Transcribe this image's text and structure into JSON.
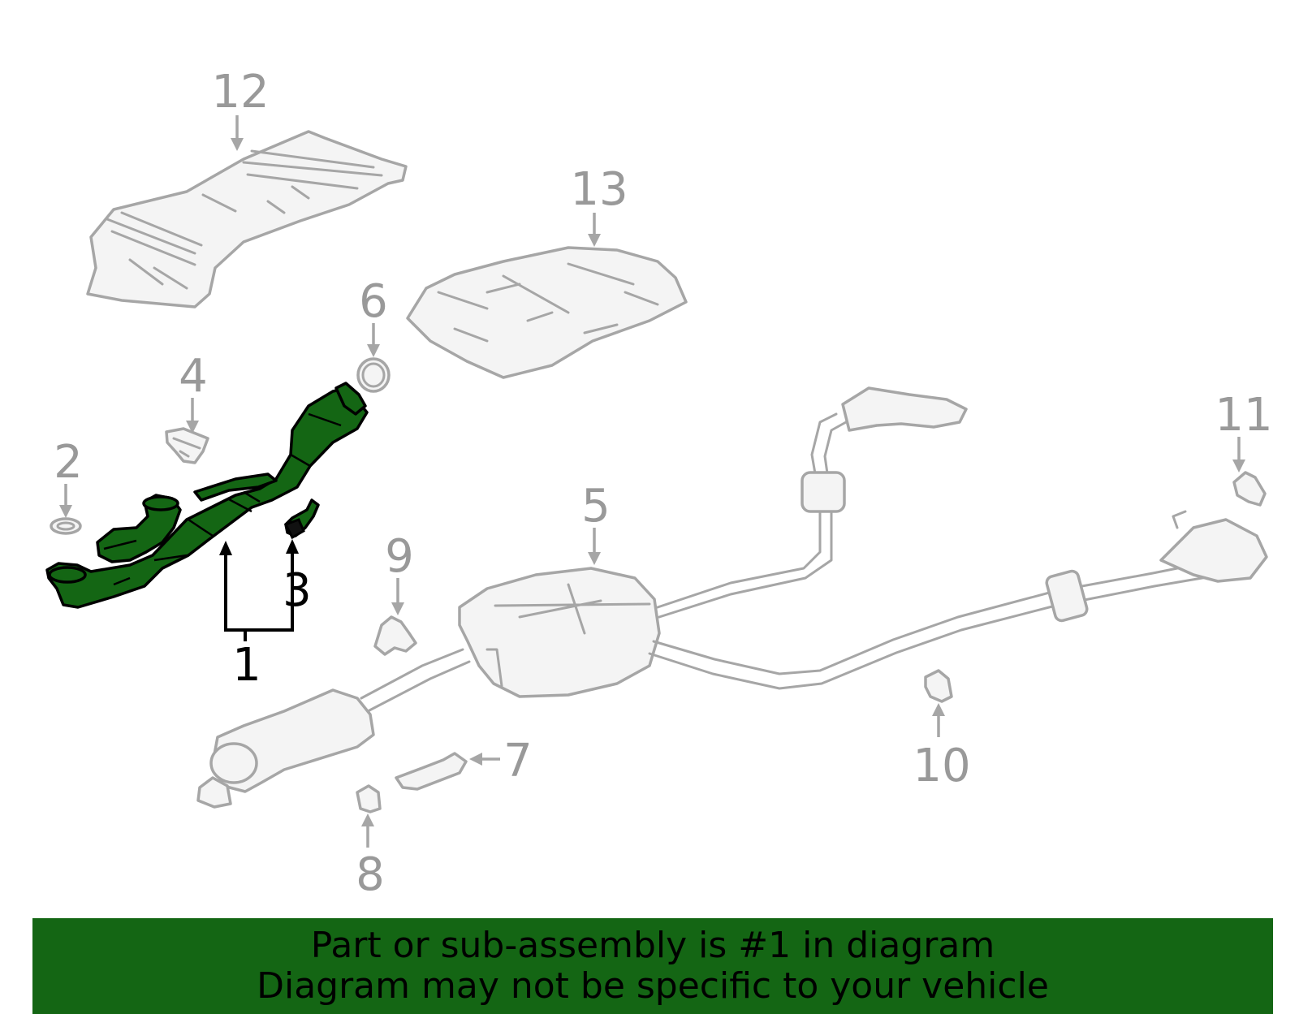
{
  "callouts": {
    "c1": "1",
    "c2": "2",
    "c3": "3",
    "c4": "4",
    "c5": "5",
    "c6": "6",
    "c7": "7",
    "c8": "8",
    "c9": "9",
    "c10": "10",
    "c11": "11",
    "c12": "12",
    "c13": "13"
  },
  "highlighted_part": "1",
  "colors": {
    "highlight": "#146614",
    "part_outline": "#a6a6a6",
    "label_gray": "#999999"
  },
  "banner": {
    "line1": "Part or sub-assembly is #1 in diagram",
    "line2": "Diagram may not be specific to your vehicle"
  }
}
